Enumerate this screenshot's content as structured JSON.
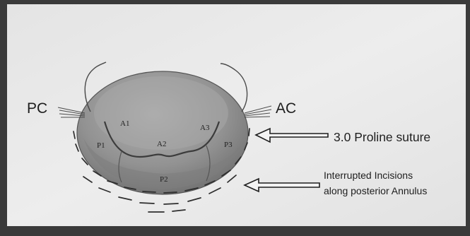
{
  "labels": {
    "left_commissure": "PC",
    "right_commissure": "AC",
    "segments": {
      "a1": "A1",
      "a2": "A2",
      "a3": "A3",
      "p1": "P1",
      "p2": "P2",
      "p3": "P3"
    }
  },
  "annotations": {
    "suture": "3.0 Proline suture",
    "incisions_line1": "Interrupted Incisions",
    "incisions_line2": "along posterior Annulus"
  },
  "colors": {
    "paper": "#ebebeb",
    "valve": "#8f8f8f",
    "ink": "#1e1e1e"
  }
}
